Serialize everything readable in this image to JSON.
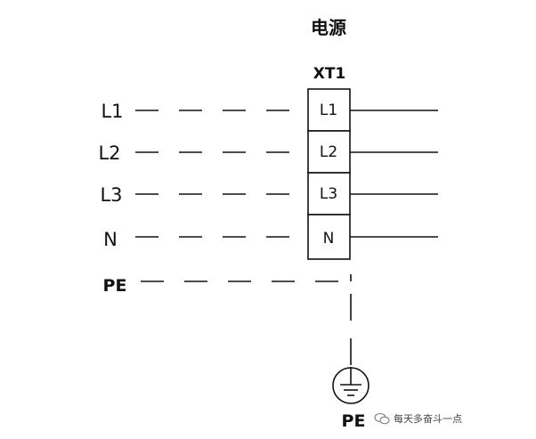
{
  "title": "电源",
  "terminal_block": {
    "name": "XT1",
    "terminals": [
      "L1",
      "L2",
      "L3",
      "N"
    ]
  },
  "lines": [
    "L1",
    "L2",
    "L3",
    "N",
    "PE"
  ],
  "ground_label": "PE",
  "watermark": "每天多奋斗一点"
}
